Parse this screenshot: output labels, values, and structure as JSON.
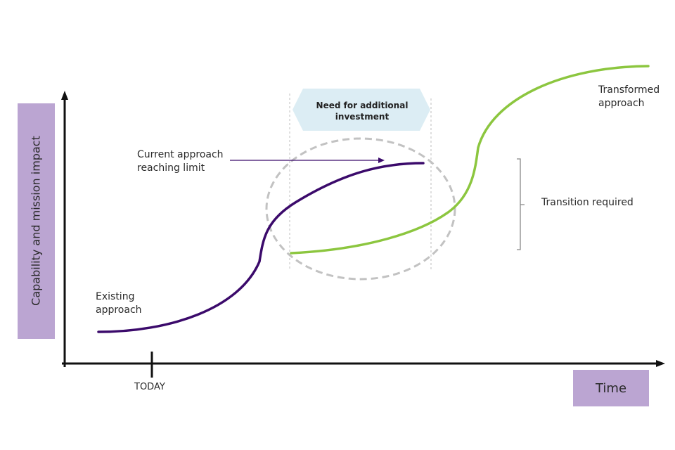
{
  "colors": {
    "existing_curve": "#3b0a6b",
    "transformed_curve": "#8cc63f",
    "label_background": "#bba5d2",
    "investment_hexagon": "#dcedf4",
    "dashed_ellipse": "#c2c2c2",
    "axis": "#111111"
  },
  "axes": {
    "y_label": "Capability and mission impact",
    "x_label": "Time",
    "today_marker": "TODAY"
  },
  "curves": {
    "existing_label_line1": "Existing",
    "existing_label_line2": "approach",
    "transformed_label_line1": "Transformed",
    "transformed_label_line2": "approach"
  },
  "annotations": {
    "limit_line1": "Current approach",
    "limit_line2": "reaching limit",
    "investment_line1": "Need for additional",
    "investment_line2": "investment",
    "transition": "Transition required"
  }
}
